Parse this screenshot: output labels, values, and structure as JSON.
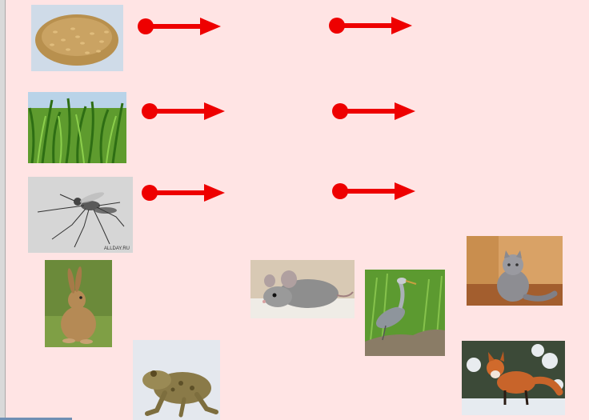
{
  "worksheet": {
    "cards": [
      {
        "icon": "grain-pile-icon"
      },
      {
        "icon": "grass-icon"
      },
      {
        "icon": "mosquito-icon",
        "watermark": "ALLDAY.RU"
      },
      {
        "icon": "hare-icon"
      },
      {
        "icon": "frog-icon"
      },
      {
        "icon": "mouse-icon"
      },
      {
        "icon": "heron-icon"
      },
      {
        "icon": "cat-icon"
      },
      {
        "icon": "fox-icon"
      }
    ],
    "arrow_color": "#ee0000",
    "arrow_rows": 3,
    "arrows_per_row": 2
  }
}
